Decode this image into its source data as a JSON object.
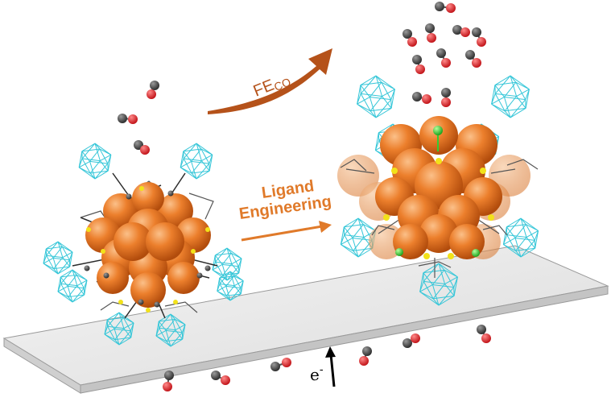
{
  "labels": {
    "fe": "FE",
    "fe_sub": "CO",
    "ligand_line1": "Ligand",
    "ligand_line2": "Engineering",
    "electron": "e",
    "electron_sup": "-"
  },
  "colors": {
    "gold": "#e8731c",
    "gold_dark": "#b8520a",
    "cage": "#35c6d8",
    "carbon": "#4a4a4a",
    "oxygen": "#e0242a",
    "sulfur": "#f2e21a",
    "chlorine": "#33cc33",
    "arrow_fe": "#b5521a",
    "arrow_ligand": "#e07a2a",
    "electrode": "#e6e6e6"
  }
}
